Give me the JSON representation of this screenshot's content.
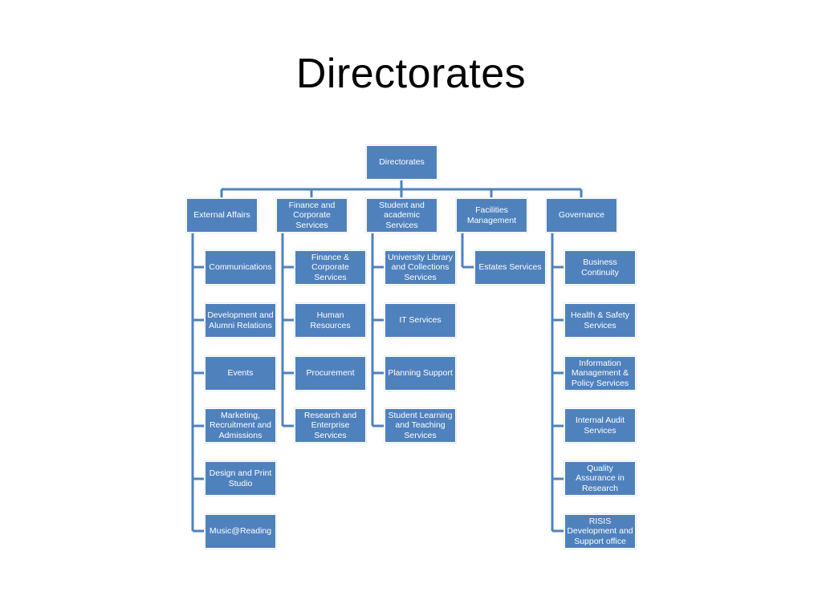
{
  "title": "Directorates",
  "colors": {
    "box_fill": "#4f81bd",
    "connector": "#4f81bd",
    "text": "#ffffff"
  },
  "root": {
    "label": "Directorates"
  },
  "directorates": [
    {
      "label": "External Affairs",
      "children": [
        "Communications",
        "Development and Alumni Relations",
        "Events",
        "Marketing, Recruitment and Admissions",
        "Design and Print Studio",
        "Music@Reading"
      ]
    },
    {
      "label": "Finance and Corporate Services",
      "children": [
        "Finance & Corporate Services",
        "Human Resources",
        "Procurement",
        "Research and Enterprise Services"
      ]
    },
    {
      "label": "Student and academic Services",
      "children": [
        "University Library and Collections Services",
        "IT Services",
        "Planning Support",
        "Student Learning and Teaching Services"
      ]
    },
    {
      "label": "Facilities Management",
      "children": [
        "Estates Services"
      ]
    },
    {
      "label": "Governance",
      "children": [
        "Business Continuity",
        "Health & Safety Services",
        "Information Management & Policy Services",
        "Internal Audit Services",
        "Quality Assurance in Research",
        "RISIS Development and Support office"
      ]
    }
  ]
}
